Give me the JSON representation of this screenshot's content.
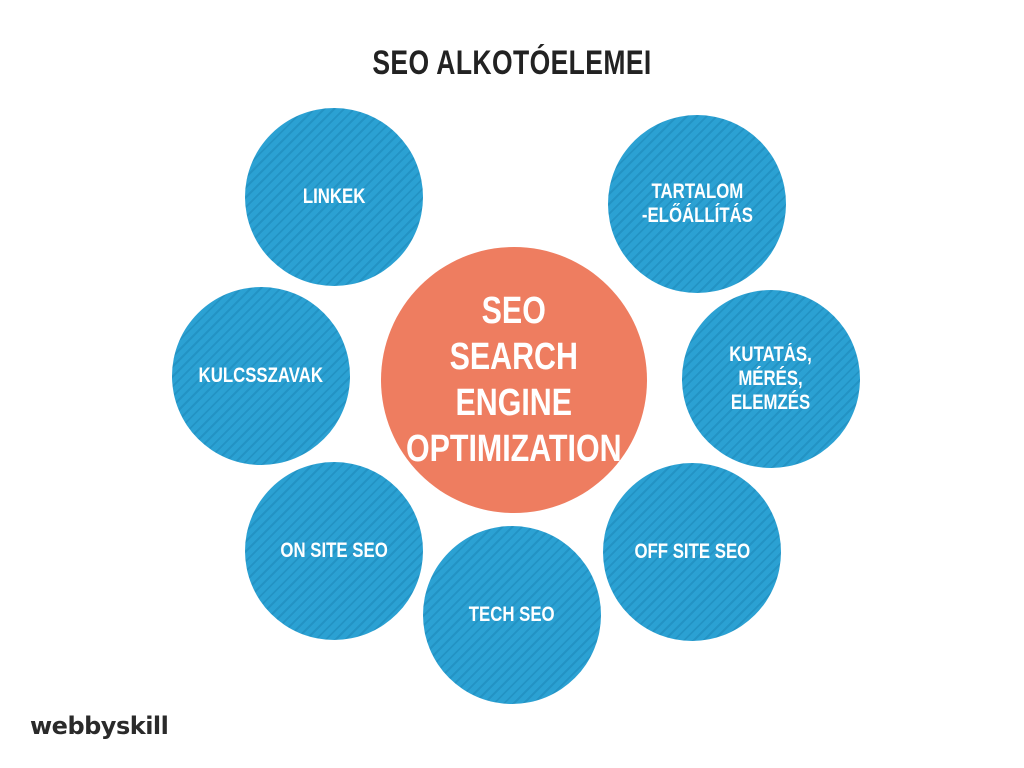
{
  "title": "SEO ALKOTÓELEMEI",
  "center_node": {
    "label": "SEO\nSEARCH ENGINE\nOPTIMIZATION",
    "color": "#ee7d60"
  },
  "nodes": [
    {
      "id": "linkek",
      "label": "LINKEK"
    },
    {
      "id": "tartalom",
      "label": "TARTALOM\n-ELŐÁLLÍTÁS"
    },
    {
      "id": "kulcsszavak",
      "label": "KULCSSZAVAK"
    },
    {
      "id": "kutatas",
      "label": "KUTATÁS,\nMÉRÉS,\nELEMZÉS"
    },
    {
      "id": "on-site",
      "label": "ON SITE SEO"
    },
    {
      "id": "tech",
      "label": "TECH SEO"
    },
    {
      "id": "off-site",
      "label": "OFF SITE SEO"
    }
  ],
  "node_color": "#2ba1d3",
  "brand": "webbyskill"
}
